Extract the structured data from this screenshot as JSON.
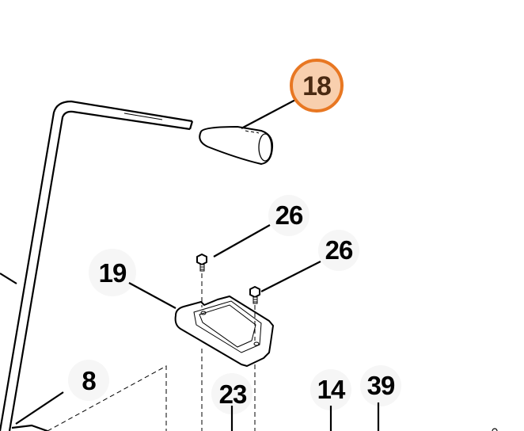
{
  "diagram": {
    "callouts": [
      {
        "id": "18",
        "label": "18",
        "highlighted": true
      },
      {
        "id": "26a",
        "label": "26"
      },
      {
        "id": "26b",
        "label": "26"
      },
      {
        "id": "19",
        "label": "19"
      },
      {
        "id": "8",
        "label": "8"
      },
      {
        "id": "23",
        "label": "23"
      },
      {
        "id": "14",
        "label": "14"
      },
      {
        "id": "39",
        "label": "39"
      }
    ],
    "colors": {
      "highlight_stroke": "#e87722",
      "highlight_fill": "#f8cfae",
      "highlight_text": "#4a2a12"
    }
  }
}
